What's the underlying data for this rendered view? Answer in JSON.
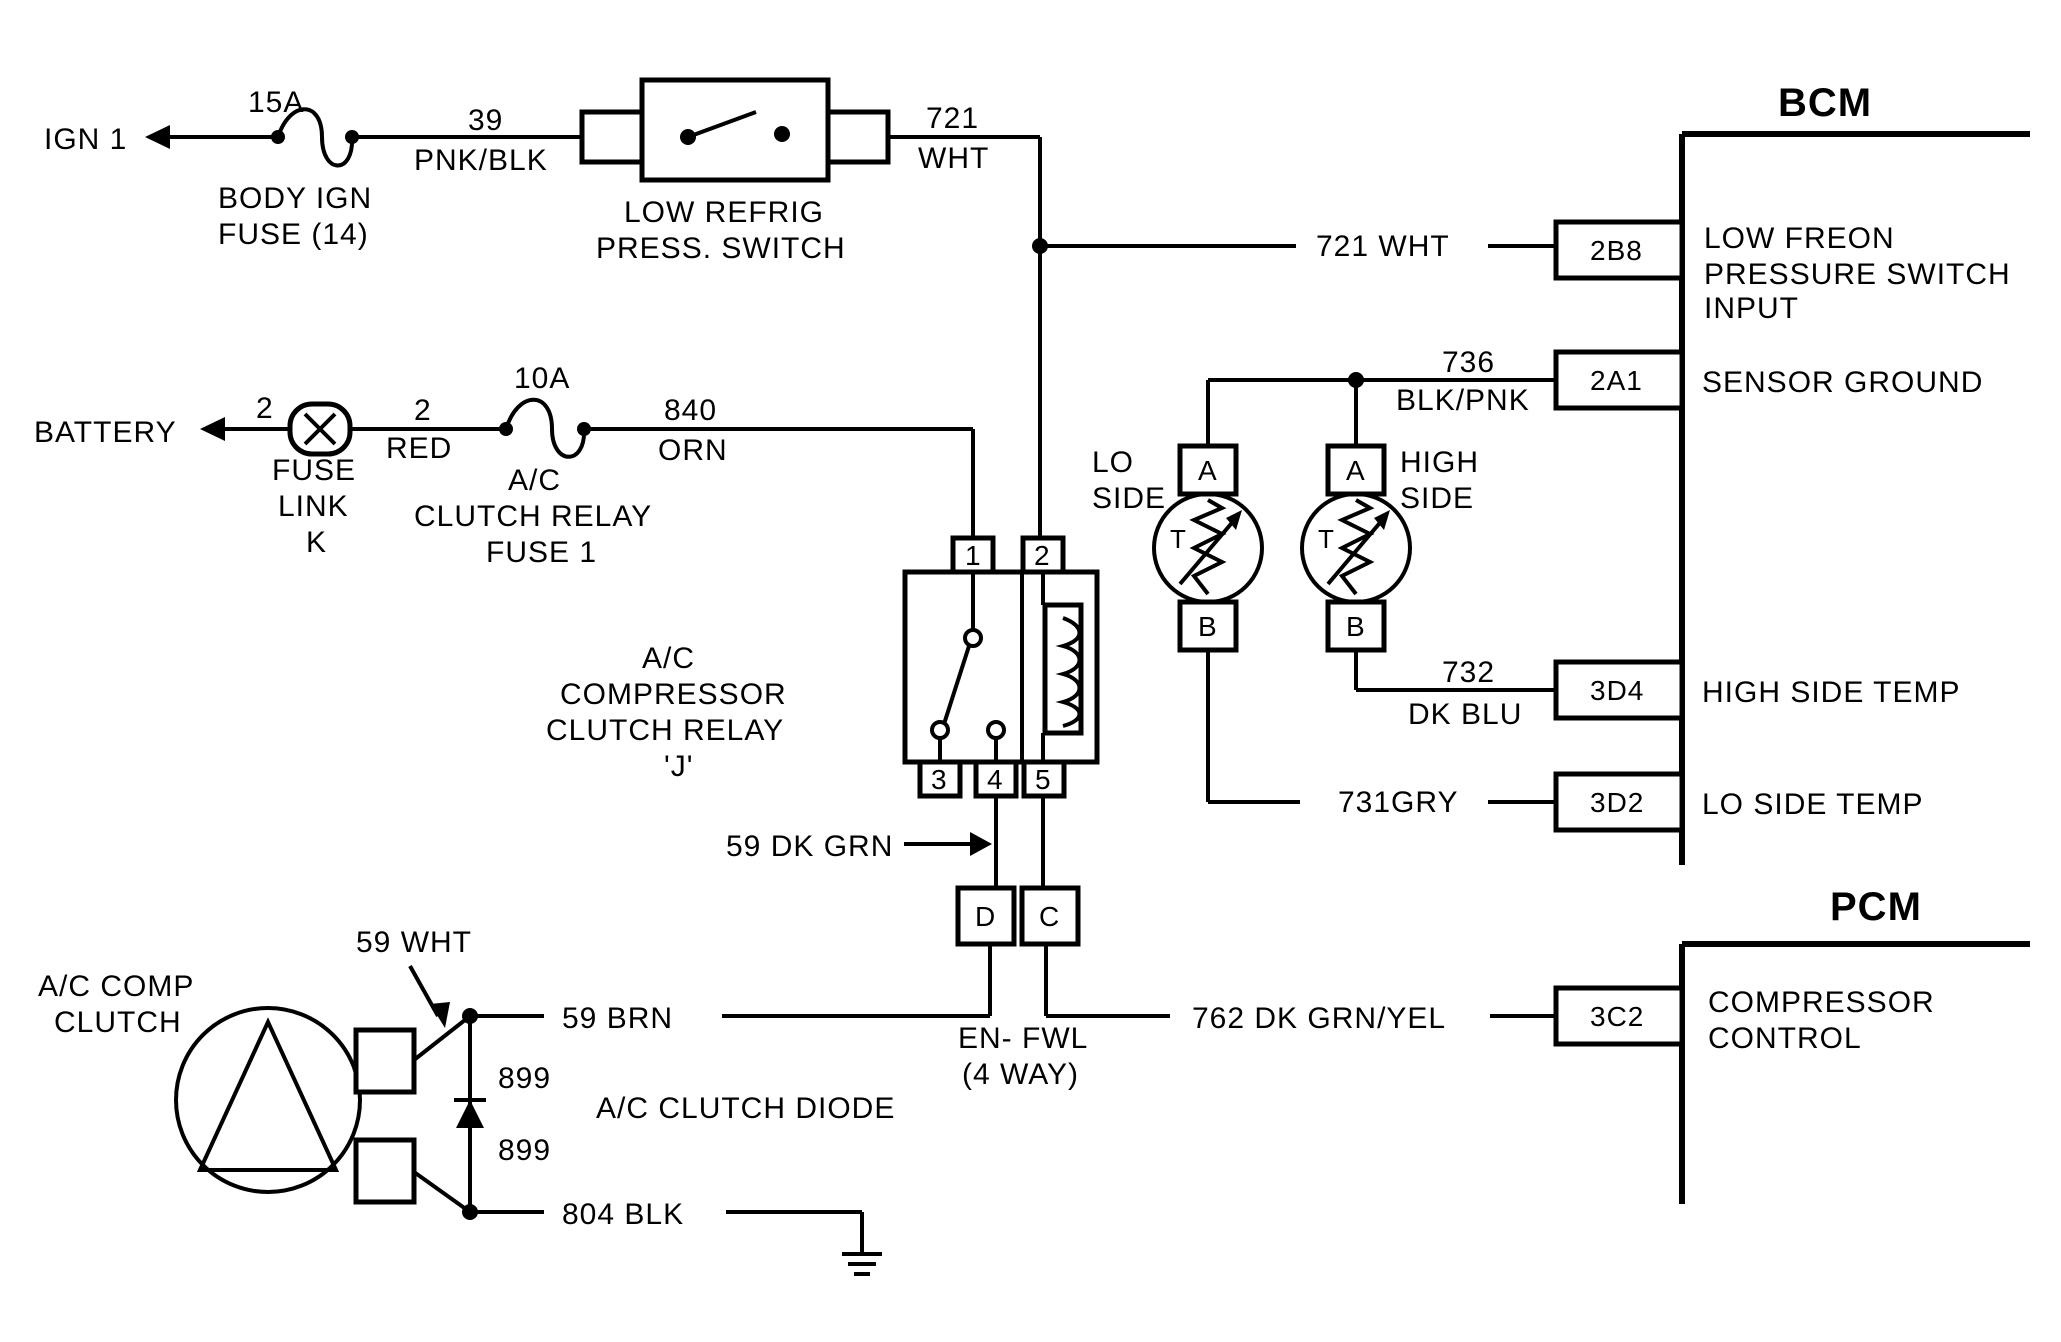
{
  "modules": {
    "bcm": "BCM",
    "pcm": "PCM"
  },
  "power": {
    "ign1": "IGN 1",
    "battery": "BATTERY",
    "fuse_15a": "15A",
    "body_ign_fuse_line1": "BODY IGN",
    "body_ign_fuse_line2": "FUSE (14)",
    "fusible_link_num": "2",
    "fuse_link_line1": "FUSE",
    "fuse_link_line2": "LINK",
    "fuse_link_line3": "K",
    "fuse_10a": "10A",
    "relay_fuse_line1": "A/C",
    "relay_fuse_line2": "CLUTCH RELAY",
    "relay_fuse_line3": "FUSE 1"
  },
  "wires": {
    "w39": "39",
    "w39_color": "PNK/BLK",
    "w721": "721",
    "w721_color": "WHT",
    "w721_full": "721 WHT",
    "w2": "2",
    "w2_color": "RED",
    "w840": "840",
    "w840_color": "ORN",
    "w736": "736",
    "w736_color": "BLK/PNK",
    "w732": "732",
    "w732_color": "DK BLU",
    "w731": "731GRY",
    "w59_dkgrn": "59 DK GRN",
    "w59_wht": "59 WHT",
    "w59_brn": "59 BRN",
    "w899a": "899",
    "w899b": "899",
    "w804": "804 BLK",
    "w762": "762 DK GRN/YEL"
  },
  "switch": {
    "line1": "LOW REFRIG",
    "line2": "PRESS. SWITCH"
  },
  "relay": {
    "line1": "A/C",
    "line2": "COMPRESSOR",
    "line3": "CLUTCH RELAY",
    "line4": "'J'",
    "pin1": "1",
    "pin2": "2",
    "pin3": "3",
    "pin4": "4",
    "pin5": "5"
  },
  "connector": {
    "pin_d": "D",
    "pin_c": "C",
    "name_line1": "EN- FWL",
    "name_line2": "(4 WAY)"
  },
  "sensors": {
    "lo_label1": "LO",
    "lo_label2": "SIDE",
    "hi_label1": "HIGH",
    "hi_label2": "SIDE",
    "pin_a": "A",
    "pin_b": "B",
    "t": "T"
  },
  "bcm_pins": [
    {
      "pin": "2B8",
      "label1": "LOW FREON",
      "label2": "PRESSURE SWITCH",
      "label3": "INPUT"
    },
    {
      "pin": "2A1",
      "label1": "SENSOR GROUND"
    },
    {
      "pin": "3D4",
      "label1": "HIGH SIDE TEMP"
    },
    {
      "pin": "3D2",
      "label1": "LO SIDE TEMP"
    }
  ],
  "pcm_pins": [
    {
      "pin": "3C2",
      "label1": "COMPRESSOR",
      "label2": "CONTROL"
    }
  ],
  "clutch": {
    "line1": "A/C COMP",
    "line2": "CLUTCH",
    "diode": "A/C CLUTCH DIODE"
  }
}
